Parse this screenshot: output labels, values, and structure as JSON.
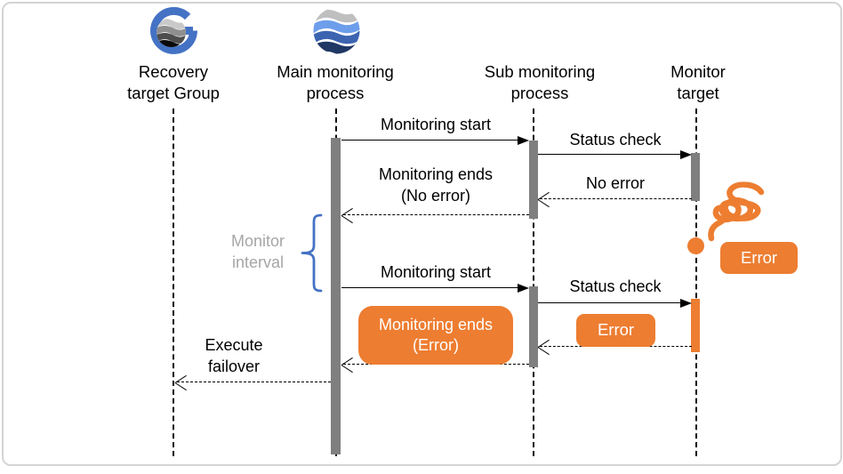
{
  "diagram_type": "sequence-diagram",
  "actors": [
    {
      "label": "Recovery\ntarget Group",
      "icon": "g-globe-icon"
    },
    {
      "label": "Main monitoring\nprocess",
      "icon": "waves-globe-icon"
    },
    {
      "label": "Sub monitoring\nprocess"
    },
    {
      "label": "Monitor\ntarget"
    }
  ],
  "messages": {
    "monitoring_start_1": "Monitoring start",
    "status_check_1": "Status check",
    "no_error": "No error",
    "monitoring_ends_no_error": "Monitoring ends\n(No error)",
    "monitor_interval": "Monitor\ninterval",
    "monitoring_start_2": "Monitoring start",
    "status_check_2": "Status check",
    "error_at_target": "Error",
    "error_from_target": "Error",
    "monitoring_ends_error": "Monitoring ends\n(Error)",
    "execute_failover": "Execute\nfailover"
  },
  "colors": {
    "orange": "#ED7D31",
    "bar-gray": "#7F7F7F",
    "brace-blue": "#4472C4",
    "interval-gray": "#A6A6A6",
    "icon-blue": "#4472C4",
    "icon-lightblue": "#6D9EEB",
    "icon-midblue": "#3C64B0",
    "icon-navy": "#1F3864"
  }
}
